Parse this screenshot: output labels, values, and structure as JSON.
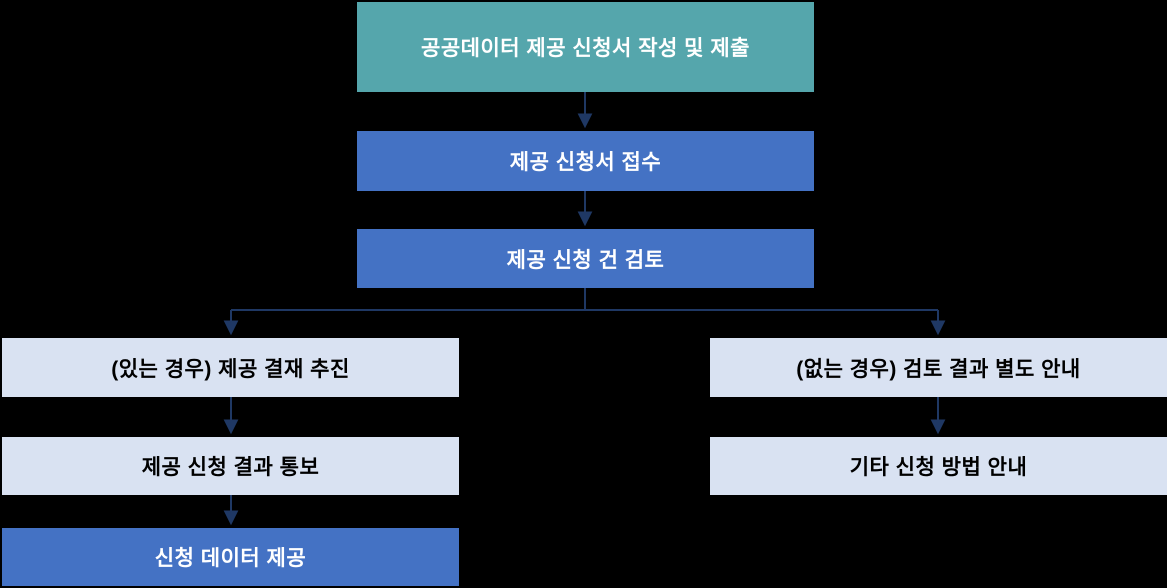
{
  "diagram": {
    "type": "flowchart",
    "nodes": {
      "submit": {
        "label": "공공데이터 제공 신청서 작성 및 제출"
      },
      "receive": {
        "label": "제공 신청서 접수"
      },
      "review": {
        "label": "제공 신청 건 검토"
      },
      "approve": {
        "label": "(있는 경우) 제공 결재 추진"
      },
      "notice": {
        "label": "(없는 경우) 검토 결과 별도 안내"
      },
      "result": {
        "label": "제공 신청 결과 통보"
      },
      "other": {
        "label": "기타 신청 방법 안내"
      },
      "provide": {
        "label": "신청 데이터 제공"
      }
    },
    "edges": [
      {
        "from": "submit",
        "to": "receive"
      },
      {
        "from": "receive",
        "to": "review"
      },
      {
        "from": "review",
        "to": "approve"
      },
      {
        "from": "review",
        "to": "notice"
      },
      {
        "from": "approve",
        "to": "result"
      },
      {
        "from": "result",
        "to": "provide"
      },
      {
        "from": "notice",
        "to": "other"
      }
    ]
  },
  "colors": {
    "teal": "#55A6AC",
    "blue": "#4472C4",
    "light": "#D9E2F2",
    "line": "#1F3864",
    "bg": "#000000",
    "text-on-color": "#FFFFFF",
    "text-on-light": "#000000"
  }
}
